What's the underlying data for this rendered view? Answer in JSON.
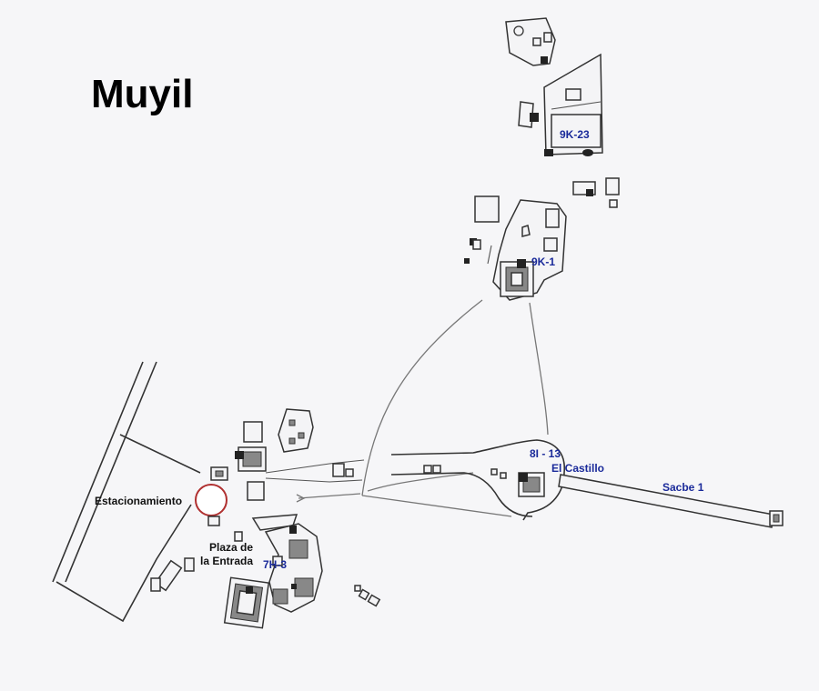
{
  "map": {
    "title": "Muyil",
    "labels": {
      "structure_9k23": "9K-23",
      "structure_9k1": "9K-1",
      "structure_8i13": "8I - 13",
      "el_castillo": "El Castillo",
      "sacbe_1": "Sacbe 1",
      "estacionamiento": "Estacionamiento",
      "plaza_line1": "Plaza de",
      "plaza_line2": "la Entrada",
      "structure_7h3": "7H-3"
    },
    "colors": {
      "structure_label": "#1a2a9a",
      "marker_ring": "#b03030",
      "outline": "#333333"
    }
  }
}
